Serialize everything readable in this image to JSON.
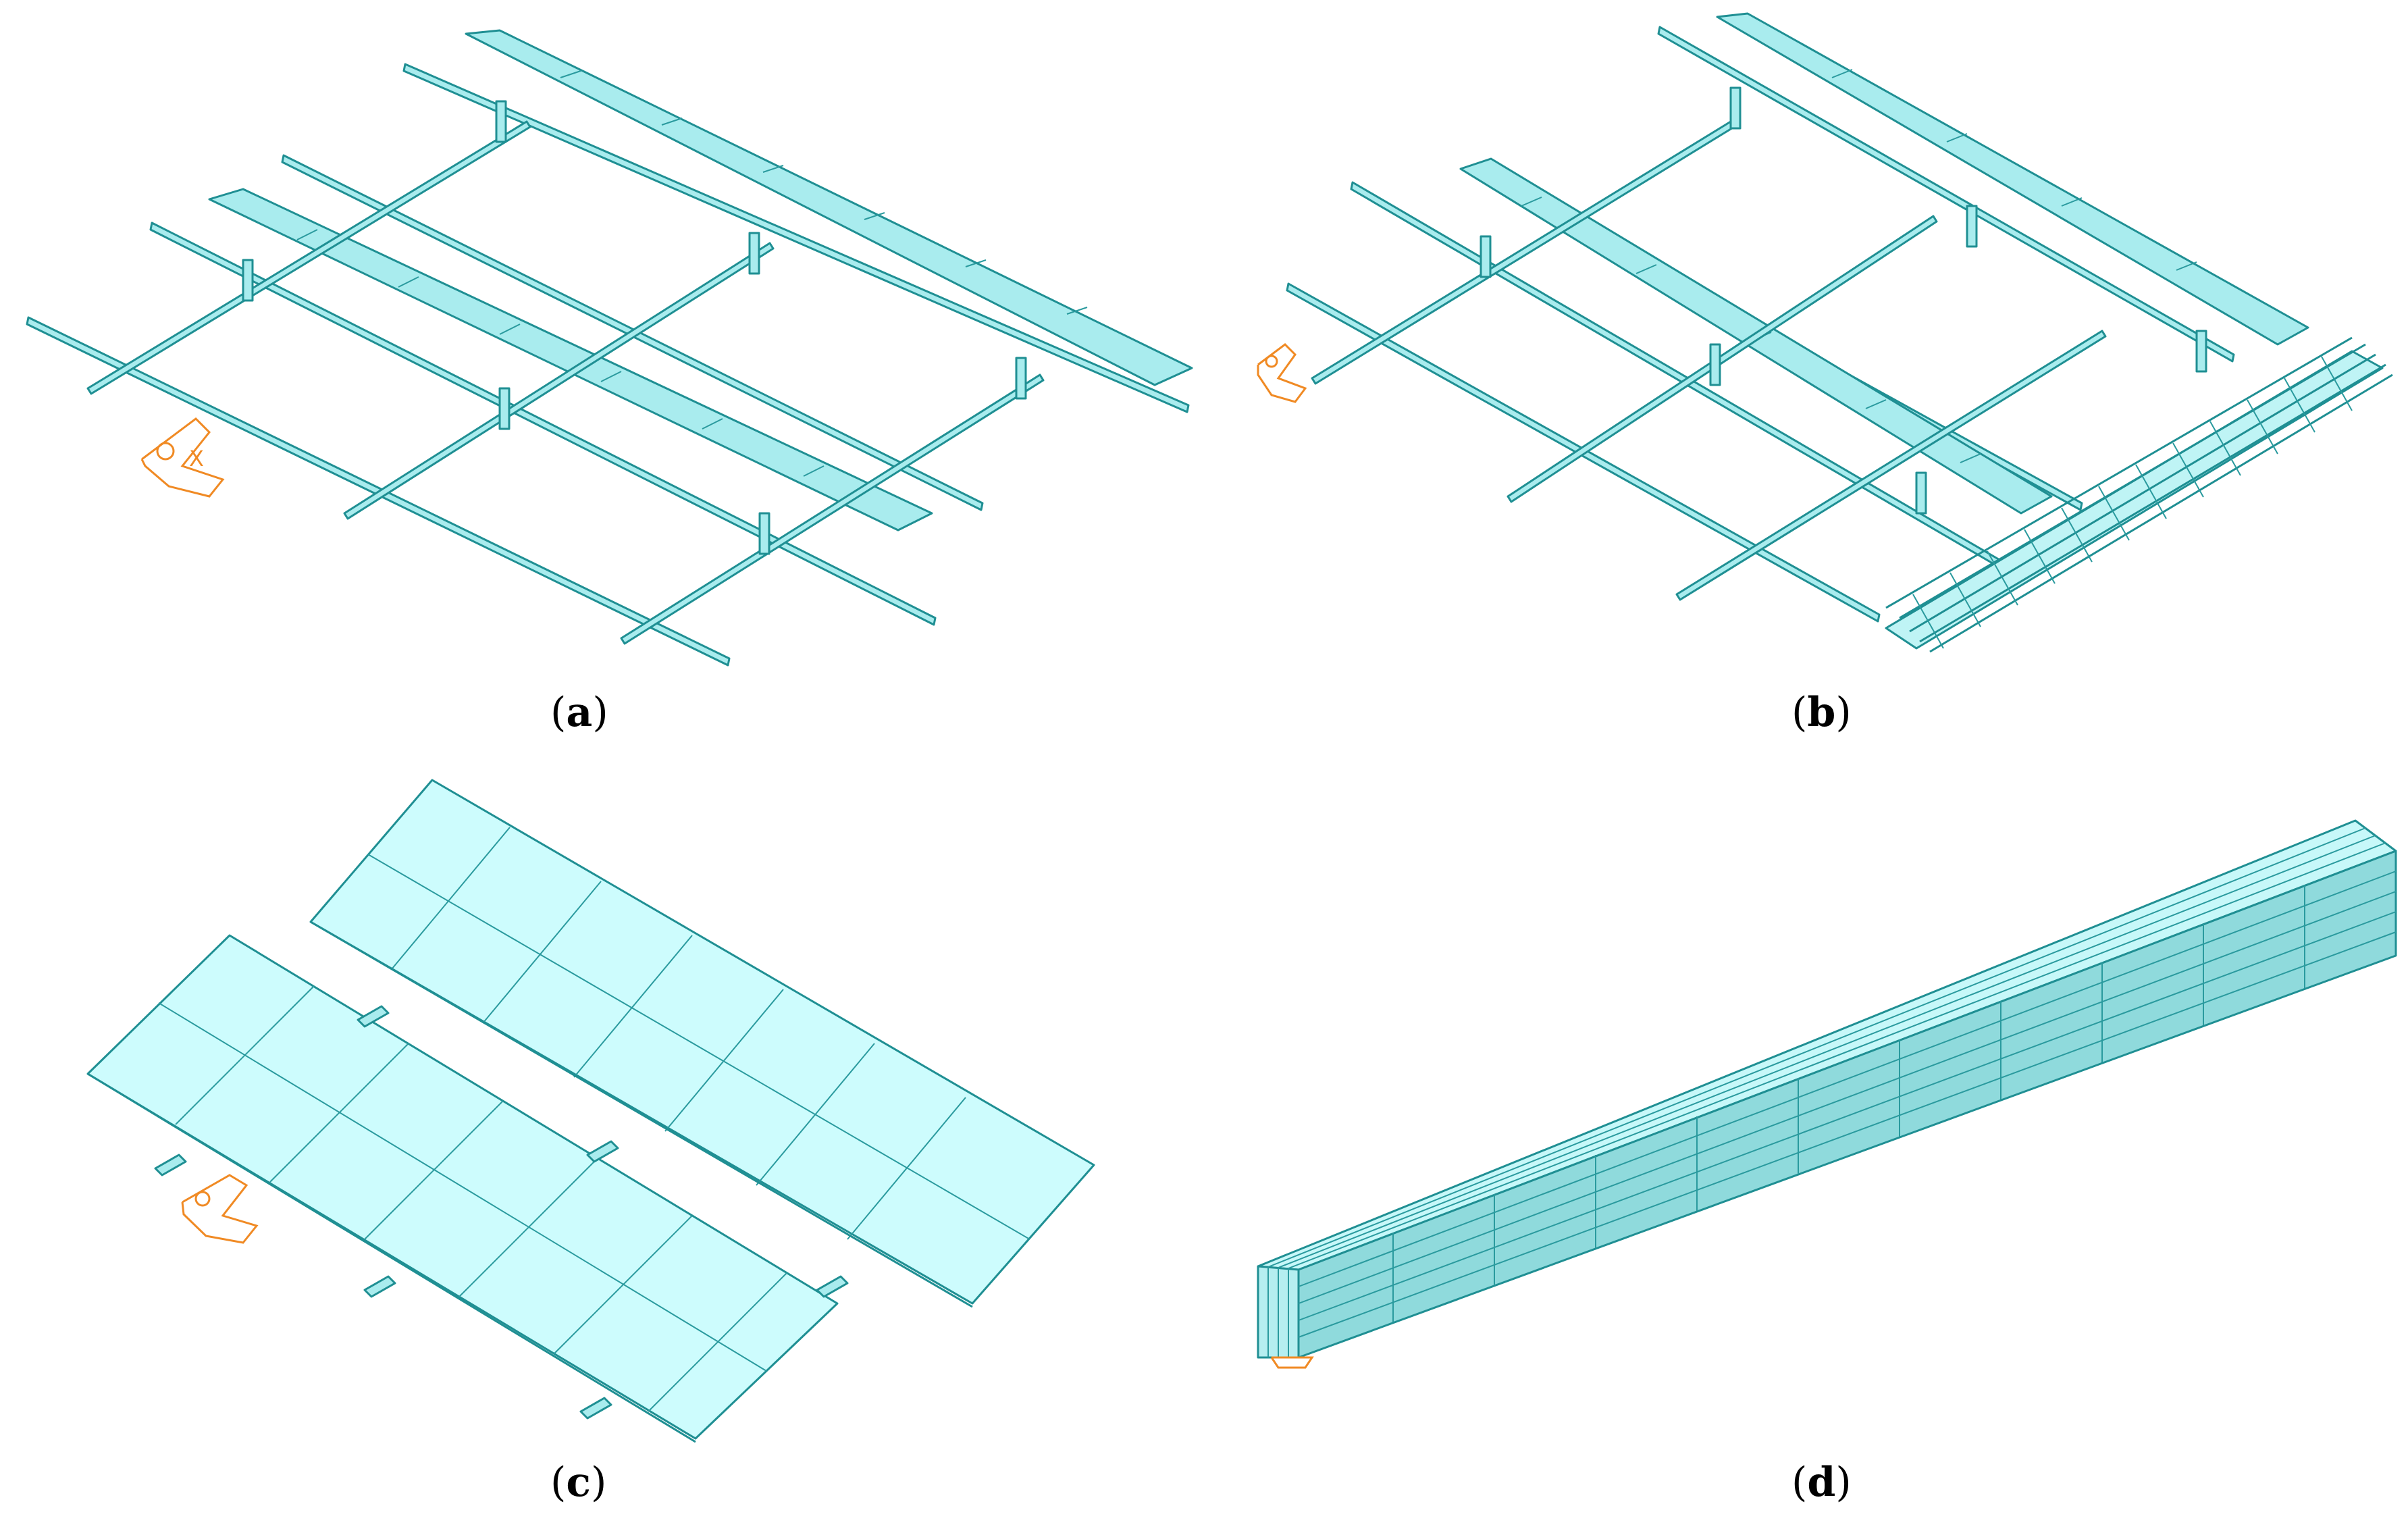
{
  "panels": [
    {
      "id": "a",
      "caption_open": "(",
      "caption_letter": "a",
      "caption_close": ")"
    },
    {
      "id": "b",
      "caption_open": "(",
      "caption_letter": "b",
      "caption_close": ")"
    },
    {
      "id": "c",
      "caption_open": "(",
      "caption_letter": "c",
      "caption_close": ")"
    },
    {
      "id": "d",
      "caption_open": "(",
      "caption_letter": "d",
      "caption_close": ")"
    }
  ],
  "colors": {
    "model_fill": "#cdfcfd",
    "model_edge": "#1f8f93",
    "axis_marker": "#f08a24"
  },
  "axis_label": "X"
}
